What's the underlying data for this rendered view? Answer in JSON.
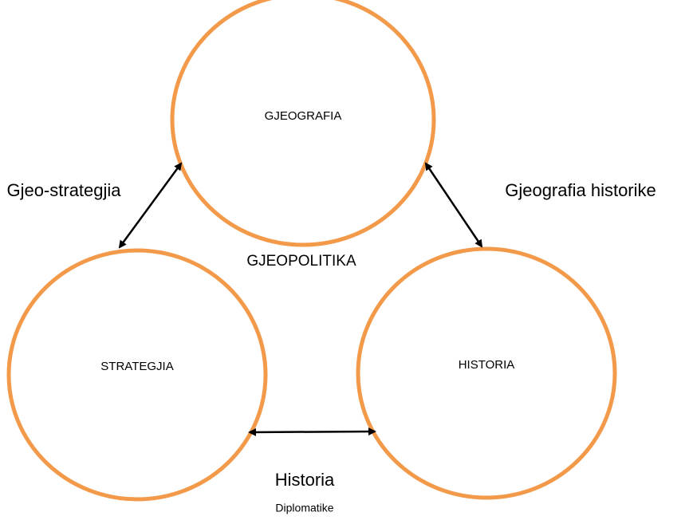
{
  "colors": {
    "circle_stroke": "#F39A4A",
    "arrow": "#000000"
  },
  "nodes": {
    "top": {
      "label": "GJEOGRAFIA"
    },
    "left": {
      "label": "STRATEGJIA"
    },
    "right": {
      "label": "HISTORIA"
    }
  },
  "center": {
    "label": "GJEOPOLITIKA"
  },
  "edges": {
    "left_top": {
      "label": "Gjeo-strategjia"
    },
    "top_right": {
      "label": "Gjeografia historike"
    },
    "left_right": {
      "label": "Historia",
      "sublabel": "Diplomatike"
    }
  }
}
